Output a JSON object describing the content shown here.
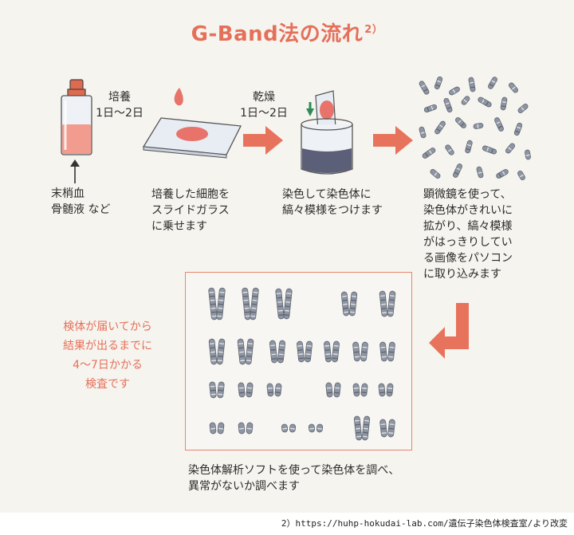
{
  "title": "G-Band法の流れ",
  "title_ref": "2）",
  "steps": {
    "culture_label": "培養",
    "culture_days": "1日〜2日",
    "dry_label": "乾燥",
    "dry_days": "1日〜2日"
  },
  "captions": {
    "sample_line1": "末梢血",
    "sample_line2": "骨髄液 など",
    "slide_line1": "培養した細胞を",
    "slide_line2": "スライドガラス",
    "slide_line3": "に乗せます",
    "stain_line1": "染色して染色体に",
    "stain_line2": "縞々模様をつけます",
    "micro_line1": "顕微鏡を使って、",
    "micro_line2": "染色体がきれいに",
    "micro_line3": "拡がり、縞々模様",
    "micro_line4": "がはっきりしてい",
    "micro_line5": "る画像をパソコン",
    "micro_line6": "に取り込みます",
    "analysis_line1": "染色体解析ソフトを使って染色体を調べ、",
    "analysis_line2": "異常がないか調べます"
  },
  "note": {
    "line1": "検体が届いてから",
    "line2": "結果が出るまでに",
    "line3": "4〜7日かかる",
    "line4": "検査です"
  },
  "footer": "2）https://huhp-hokudai-lab.com/遺伝子染色体検査室/より改変",
  "colors": {
    "accent": "#e5705a",
    "arrow": "#e8735d",
    "chromosome": "#8f96a3",
    "stain_liquid": "#5b5f78"
  }
}
